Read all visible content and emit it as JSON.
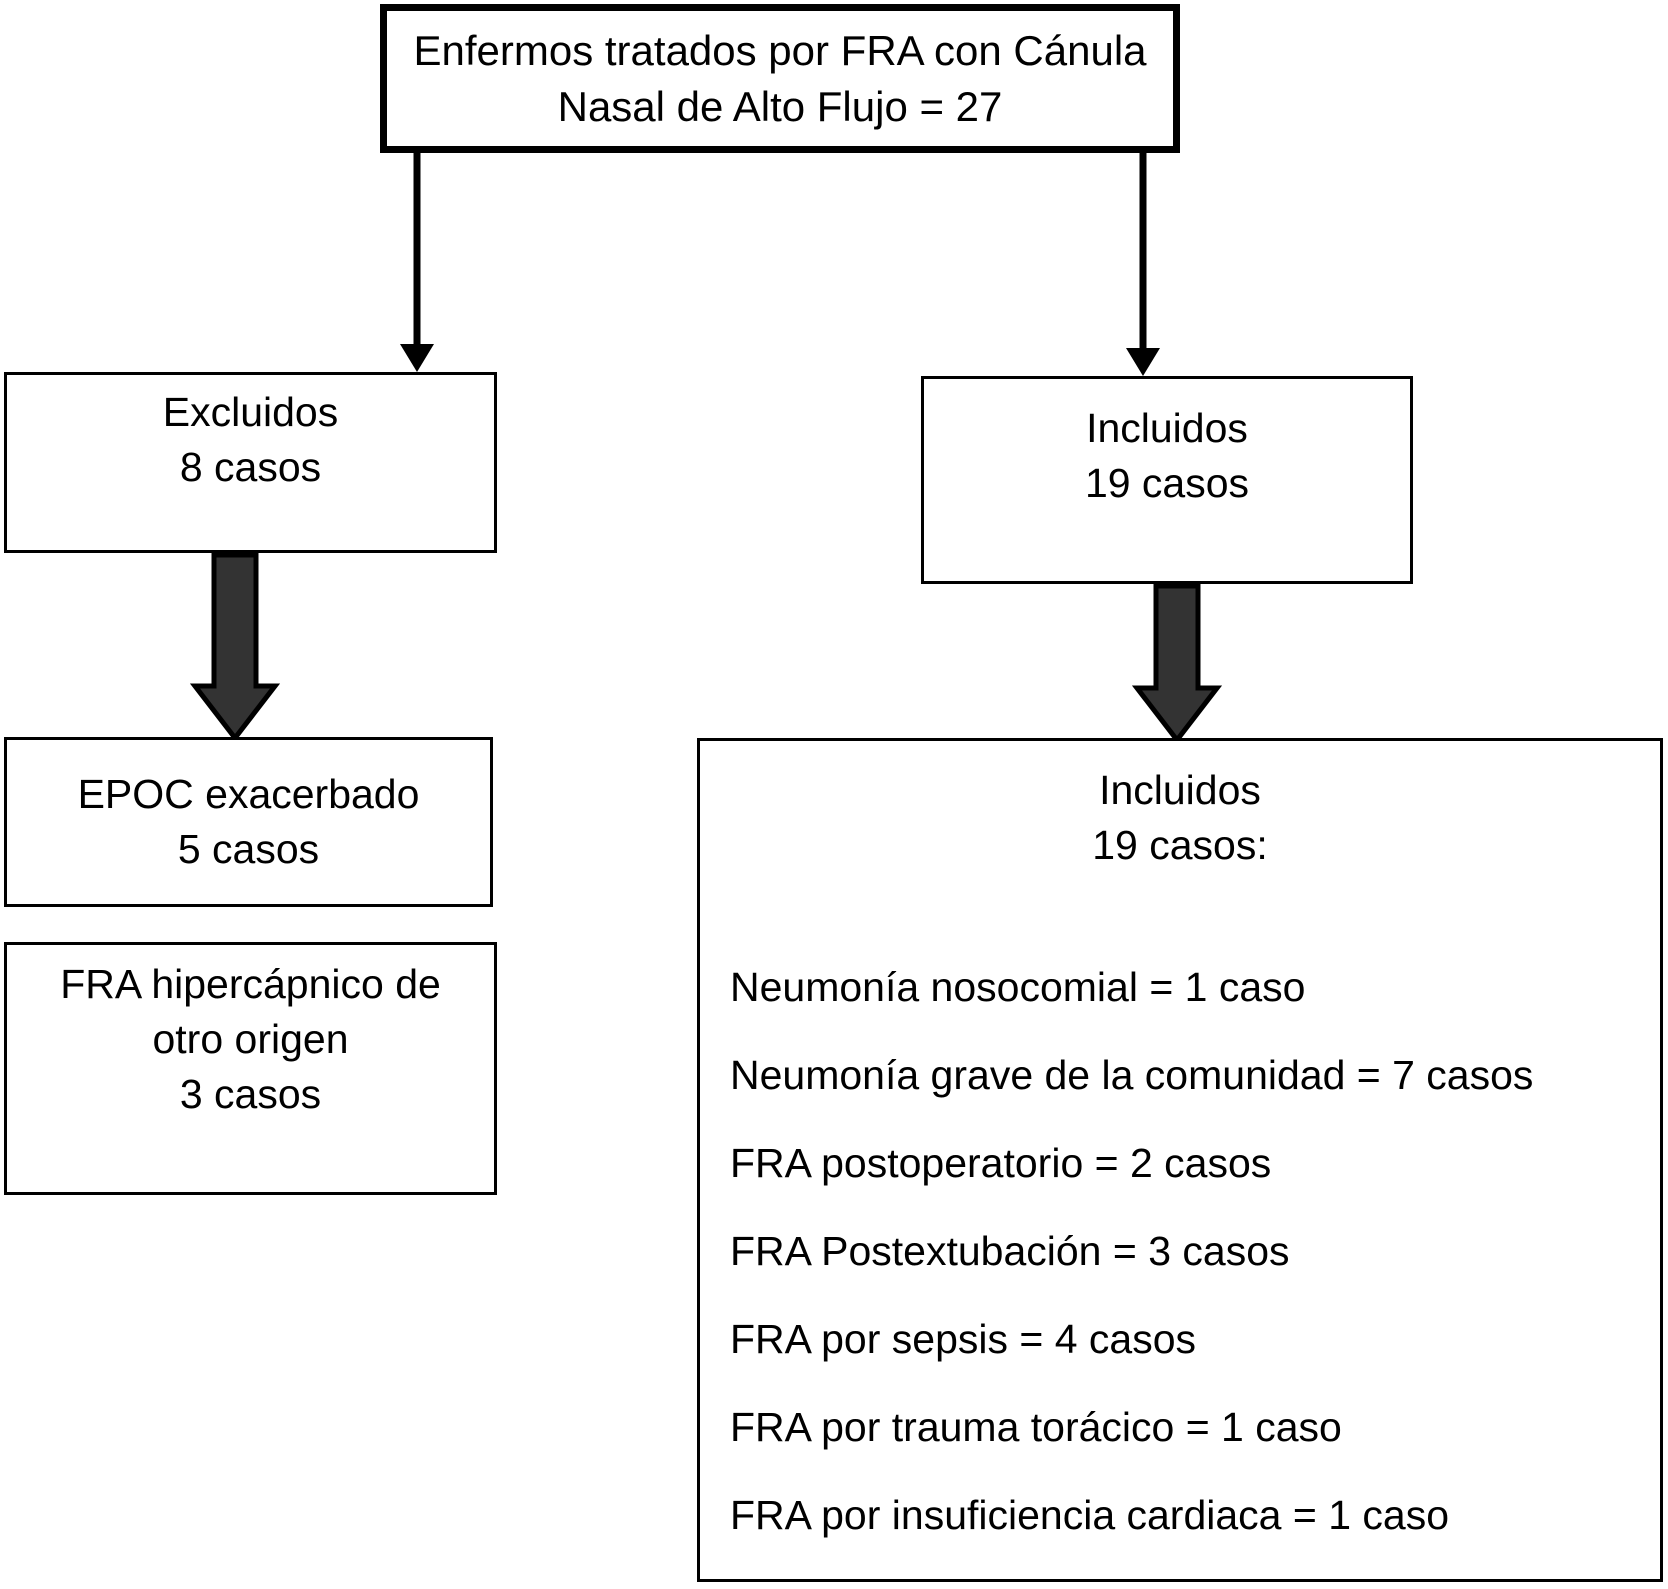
{
  "diagram": {
    "root_box": {
      "line1": "Enfermos tratados por FRA con Cánula",
      "line2": "Nasal de Alto Flujo = 27"
    },
    "excluded_box": {
      "line1": "Excluidos",
      "line2": "8 casos"
    },
    "included_box": {
      "line1": "Incluidos",
      "line2": "19 casos"
    },
    "epoc_box": {
      "line1": "EPOC exacerbado",
      "line2": "5 casos"
    },
    "fra_other_origin_box": {
      "line1": "FRA hipercápnico de",
      "line2": "otro origen",
      "line3": "3 casos"
    },
    "detail_box": {
      "heading_line1": "Incluidos",
      "heading_line2": "19 casos:",
      "items": [
        "Neumonía nosocomial = 1 caso",
        "Neumonía grave de la comunidad = 7 casos",
        "FRA postoperatorio = 2 casos",
        "FRA Postextubación = 3 casos",
        "FRA por sepsis = 4 casos",
        "FRA por trauma torácico = 1 caso",
        "FRA por insuficiencia cardiaca = 1 caso"
      ]
    },
    "colors": {
      "line": "#000000",
      "thin_arrow_fill": "#000000",
      "thick_arrow_fill": "#333333",
      "background": "#ffffff"
    }
  }
}
